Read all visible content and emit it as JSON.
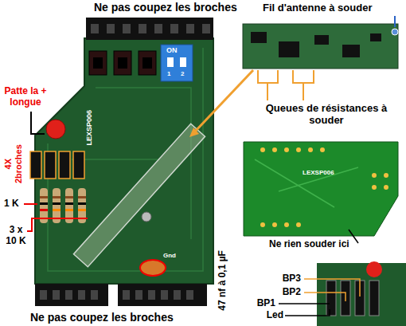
{
  "diagram": {
    "labels": [
      "Ne pas coupez les broches",
      "Fil d'antenne à souder",
      "Queues de résistances à souder",
      "Patte la + longue",
      "4X 2broches",
      "1 K",
      "3 x 10 K",
      "Ne rien souder ici",
      "47 nf à 0,1 µF",
      "Ne pas coupez les broches",
      "BP3",
      "BP2",
      "BP1",
      "Led",
      "ON",
      "1",
      "2",
      "LEXSP006",
      "LEXSP006",
      "Gnd"
    ]
  }
}
